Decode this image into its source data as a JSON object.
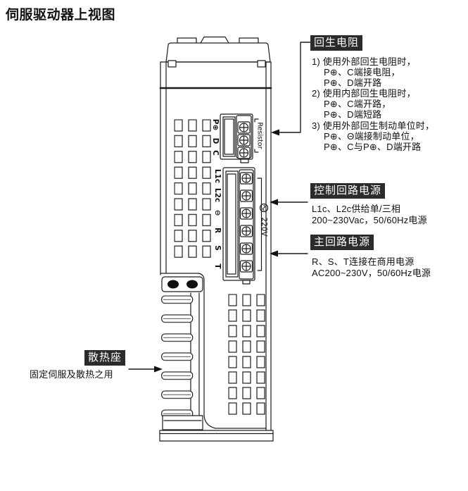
{
  "page": {
    "title": "伺服驱动器上视图"
  },
  "callouts": {
    "regen": {
      "title": "回生电阻",
      "lines": [
        {
          "text": "1) 使用外部回生电阻时，",
          "indent": 0
        },
        {
          "text": "P⊕、C端接电阻，",
          "indent": 1
        },
        {
          "text": "P⊕、D端开路",
          "indent": 1
        },
        {
          "text": "2) 使用内部回生电阻时，",
          "indent": 0
        },
        {
          "text": "P⊕、C端开路，",
          "indent": 1
        },
        {
          "text": "P⊕、D端短路",
          "indent": 1
        },
        {
          "text": "3) 使用外部回生制动单位时，",
          "indent": 0
        },
        {
          "text": "P⊕、Θ端接制动单位，",
          "indent": 1
        },
        {
          "text": "P⊕、C与P⊕、D端开路",
          "indent": 1
        }
      ]
    },
    "control_power": {
      "title": "控制回路电源",
      "lines": [
        "L1c、L2c供给单/三相",
        "200~230Vac，50/60Hz电源"
      ]
    },
    "main_power": {
      "title": "主回路电源",
      "lines": [
        "R、S、T连接在商用电源",
        "AC200~230V，50/60Hz电源"
      ]
    },
    "heatsink": {
      "title": "散热座",
      "lines": [
        "固定伺服及散热之用"
      ]
    }
  },
  "device": {
    "regen_terminals": [
      "P⊕",
      "D",
      "C"
    ],
    "regen_connector_label": "Resistor",
    "power_terminals": [
      "L1c",
      "L2c",
      "⊖",
      "R",
      "S",
      "T"
    ],
    "voltage_label": "220V"
  },
  "colors": {
    "label_bg": "#2b2b2b",
    "label_text": "#ffffff",
    "line": "#1c1c1c"
  }
}
